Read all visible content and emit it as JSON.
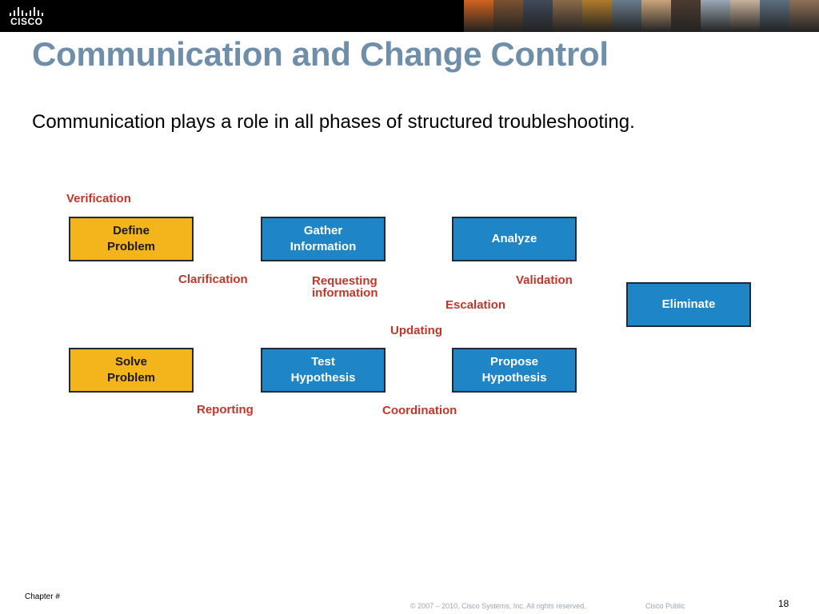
{
  "header": {
    "logo_text": "CISCO",
    "brand_color": "#000000",
    "photo_colors": [
      "#d2621d",
      "#7a5230",
      "#3f4a5a",
      "#8b6b48",
      "#b07a2c",
      "#6a7c8c",
      "#c9a57a",
      "#4b3b2e",
      "#9aa7b5",
      "#c7b29a",
      "#5b6f80",
      "#8e7058"
    ]
  },
  "slide": {
    "title": "Communication and Change Control",
    "subtitle": "Communication plays a role in all phases of structured troubleshooting."
  },
  "diagram": {
    "colors": {
      "yellow": "#f4b51c",
      "blue": "#1e86c6",
      "label": "#c0372a"
    },
    "boxes": {
      "define": "Define\nProblem",
      "gather": "Gather\nInformation",
      "analyze": "Analyze",
      "eliminate": "Eliminate",
      "solve": "Solve\nProblem",
      "test": "Test\nHypothesis",
      "propose": "Propose\nHypothesis"
    },
    "labels": {
      "verification": "Verification",
      "clarification": "Clarification",
      "requesting": "Requesting\ninformation",
      "validation": "Validation",
      "escalation": "Escalation",
      "updating": "Updating",
      "reporting": "Reporting",
      "coordination": "Coordination"
    }
  },
  "footer": {
    "chapter": "Chapter #",
    "copyright": "© 2007 – 2010, Cisco Systems, Inc. All rights reserved.",
    "classification": "Cisco Public",
    "page_number": "18"
  }
}
